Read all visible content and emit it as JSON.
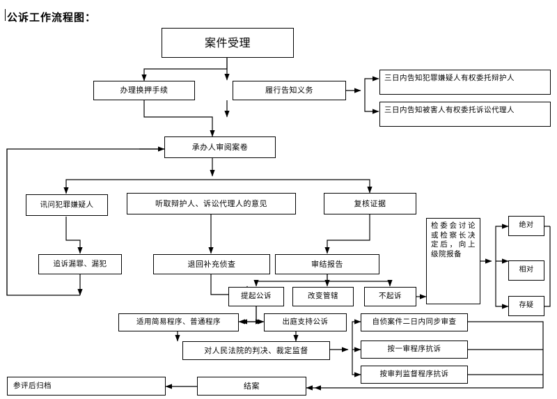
{
  "document": {
    "title": "公诉工作流程图：",
    "type": "flowchart",
    "language": "zh-CN",
    "background": "#ffffff",
    "line_color": "#000000"
  },
  "nodes": {
    "case_acceptance": "案件受理",
    "custody_transfer": "办理换押手续",
    "notification_duty": "履行告知义务",
    "notify_suspect": "三日内告知犯罪嫌疑人有权委托辩护人",
    "notify_victim": "三日内告知被害人有权委托诉讼代理人",
    "review_file": "承办人审阅案卷",
    "interrogate_suspect": "讯问犯罪嫌疑人",
    "hear_opinions": "听取辩护人、诉讼代理人的意见",
    "recheck_evidence": "复核证据",
    "pursue_omitted": "追诉漏罪、漏犯",
    "return_supplement": "退回补充侦查",
    "conclusion_report": "审结报告",
    "prosecution_committee": "检委会讨论或检察长决定后，向上级院报备",
    "absolute": "绝对",
    "relative": "相对",
    "doubtful": "存疑",
    "initiate_prosecution": "提起公诉",
    "change_jurisdiction": "改变管辖",
    "no_prosecution": "不起诉",
    "apply_procedure": "适用简易程序、普通程序",
    "support_in_court": "出庭支持公诉",
    "self_investigated_review": "自侦案件二日内同步审查",
    "supervise_judgment": "对人民法院的判决、裁定监督",
    "appeal_first_instance": "按一审程序抗诉",
    "appeal_supervision": "按审判监督程序抗诉",
    "close_case": "结案",
    "archive_after_review": "参评后归档"
  }
}
